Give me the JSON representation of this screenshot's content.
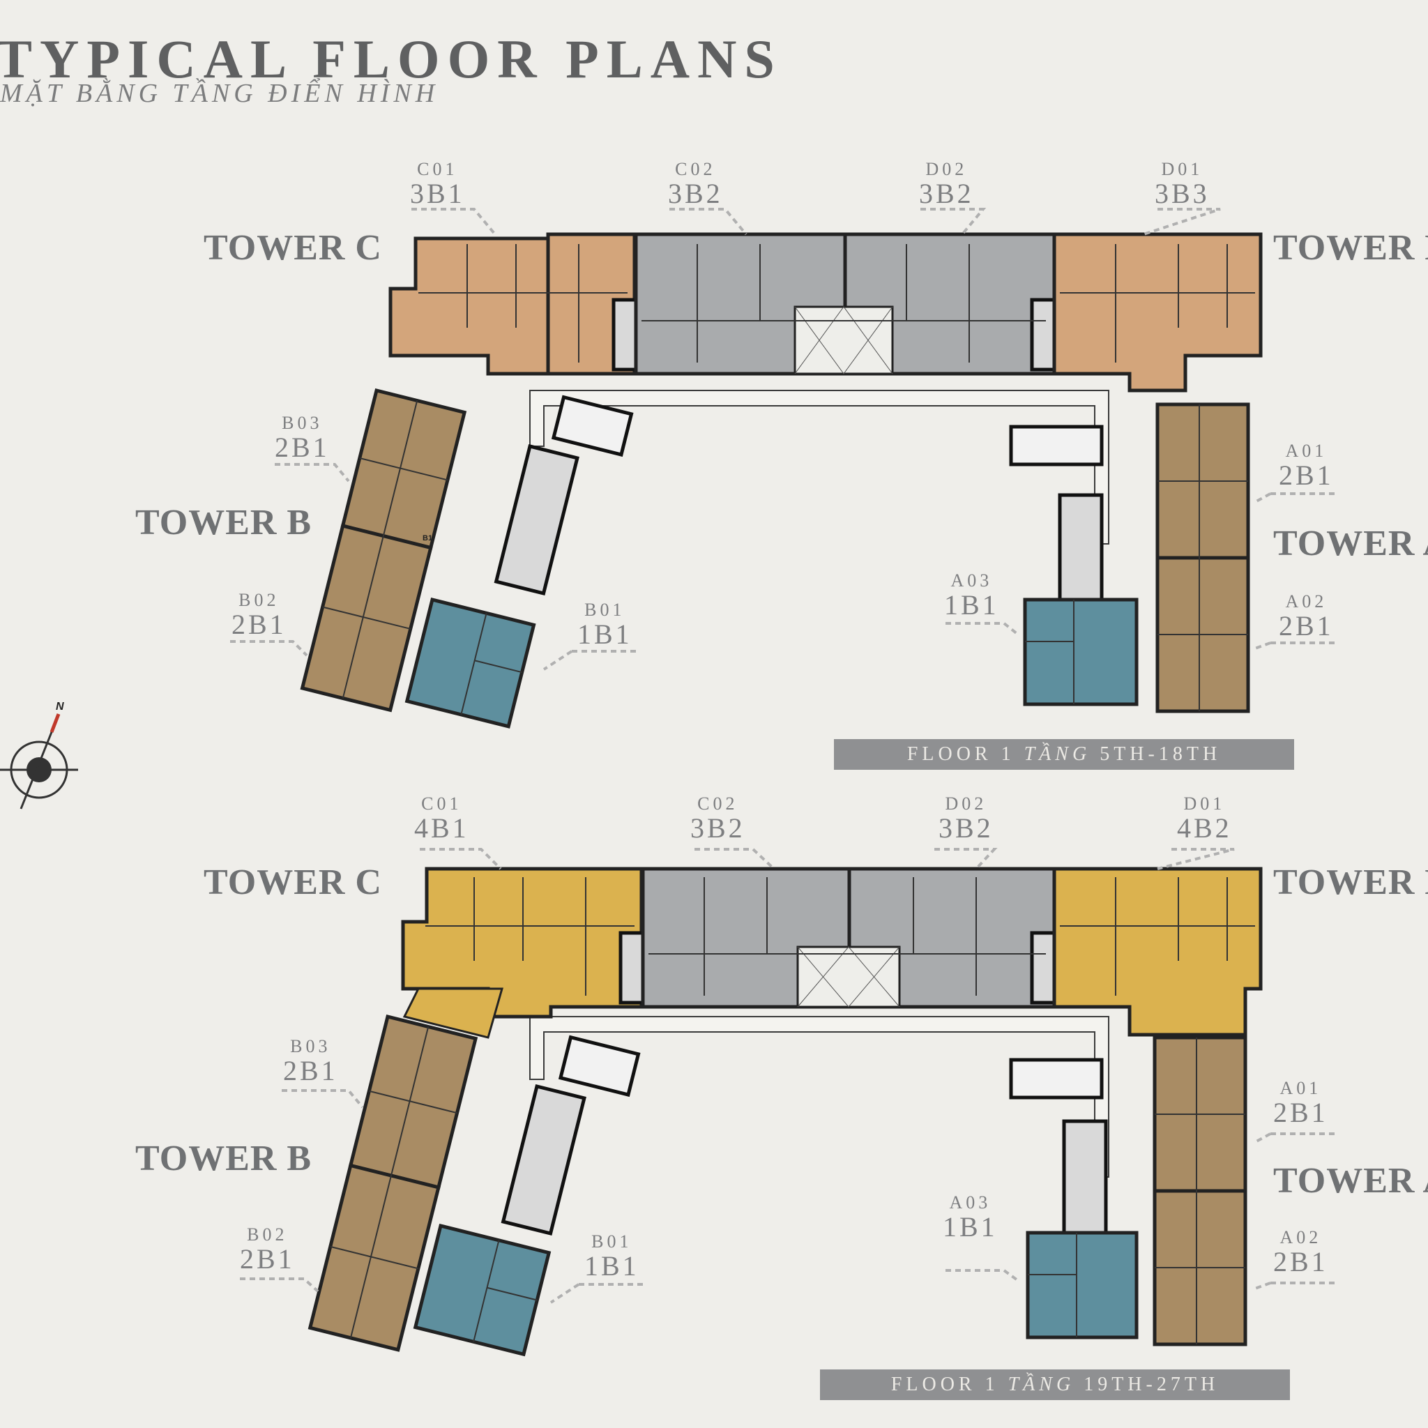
{
  "header": {
    "title": "TYPICAL FLOOR PLANS",
    "subtitle": "MẶT BẰNG TẦNG ĐIỂN HÌNH"
  },
  "compass_label": "N",
  "colors": {
    "background": "#efeeea",
    "peach_3bed": "#d3a57b",
    "gold_4bed": "#dbb24f",
    "grey_3bed": "#a9abad",
    "brown_2bed": "#a98c64",
    "teal_1bed": "#5e8f9e",
    "banner": "#8f9092"
  },
  "plans": [
    {
      "towers": {
        "c": "TOWER C",
        "d": "TOWER D",
        "b": "TOWER B",
        "a": "TOWER A"
      },
      "units": {
        "c01": {
          "code": "C01",
          "type": "3B1"
        },
        "c02": {
          "code": "C02",
          "type": "3B2"
        },
        "d02": {
          "code": "D02",
          "type": "3B2"
        },
        "d01": {
          "code": "D01",
          "type": "3B3"
        },
        "b03": {
          "code": "B03",
          "type": "2B1"
        },
        "b02": {
          "code": "B02",
          "type": "2B1"
        },
        "b01": {
          "code": "B01",
          "type": "1B1"
        },
        "a01": {
          "code": "A01",
          "type": "2B1"
        },
        "a02": {
          "code": "A02",
          "type": "2B1"
        },
        "a03": {
          "code": "A03",
          "type": "1B1"
        }
      },
      "room_label": "B1",
      "banner": {
        "floor": "FLOOR 1",
        "tang": "TẦNG",
        "range": "5TH-18TH"
      }
    },
    {
      "towers": {
        "c": "TOWER C",
        "d": "TOWER D",
        "b": "TOWER B",
        "a": "TOWER A"
      },
      "units": {
        "c01": {
          "code": "C01",
          "type": "4B1"
        },
        "c02": {
          "code": "C02",
          "type": "3B2"
        },
        "d02": {
          "code": "D02",
          "type": "3B2"
        },
        "d01": {
          "code": "D01",
          "type": "4B2"
        },
        "b03": {
          "code": "B03",
          "type": "2B1"
        },
        "b02": {
          "code": "B02",
          "type": "2B1"
        },
        "b01": {
          "code": "B01",
          "type": "1B1"
        },
        "a01": {
          "code": "A01",
          "type": "2B1"
        },
        "a02": {
          "code": "A02",
          "type": "2B1"
        },
        "a03": {
          "code": "A03",
          "type": "1B1"
        }
      },
      "banner": {
        "floor": "FLOOR 1",
        "tang": "TẦNG",
        "range": "19TH-27TH"
      }
    }
  ]
}
